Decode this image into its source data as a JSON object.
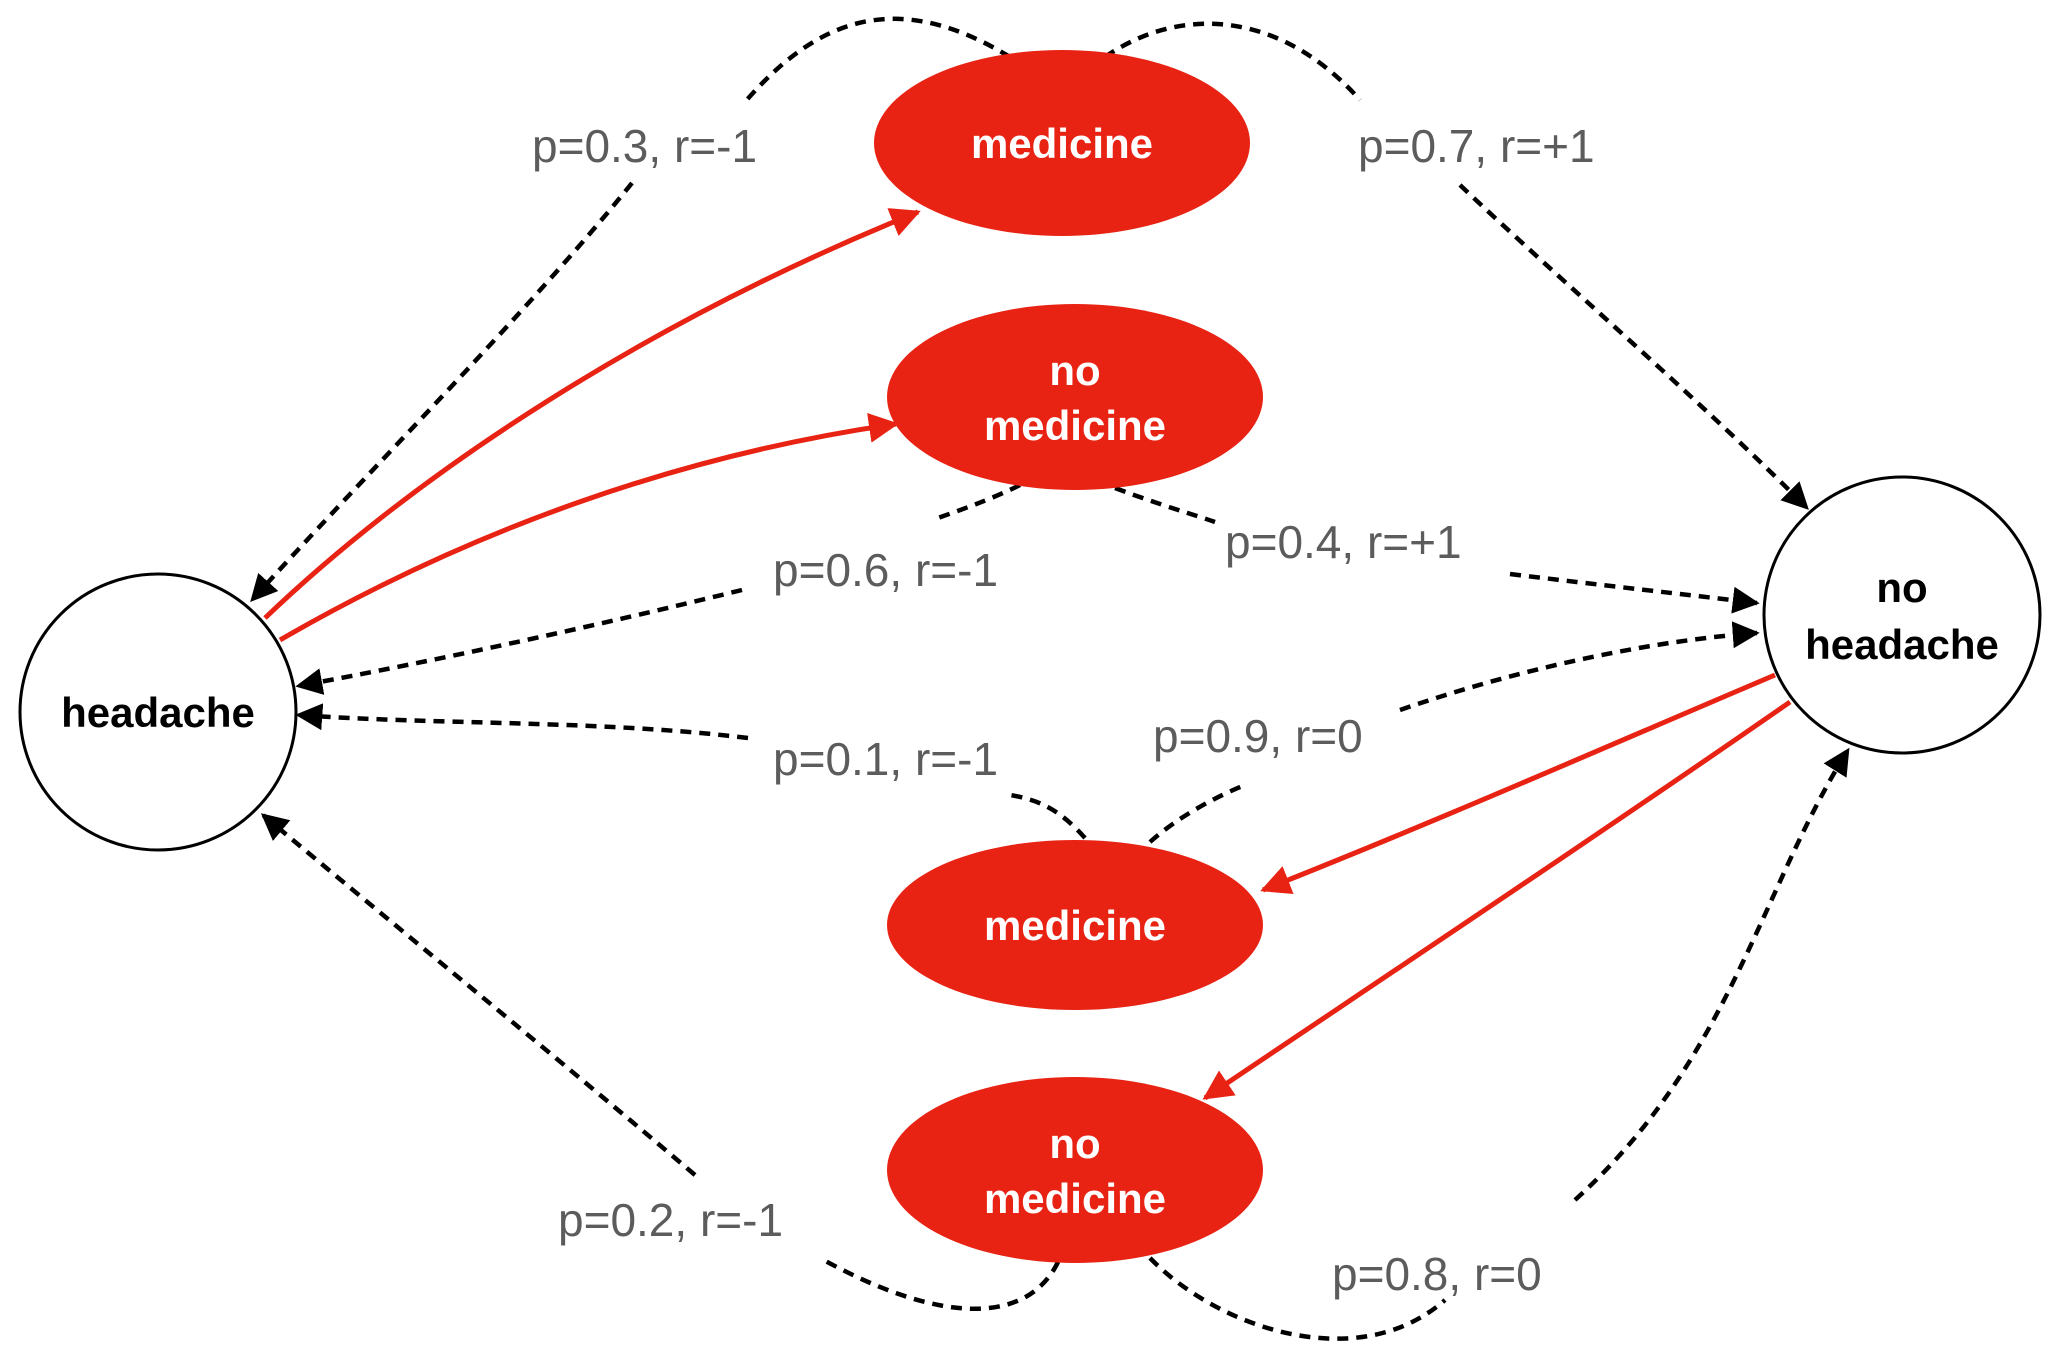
{
  "colors": {
    "action_fill": "#e82314",
    "state_fill": "#ffffff",
    "label_text": "#5c5c5c",
    "transition": "#000000"
  },
  "states": {
    "headache": {
      "label": "headache"
    },
    "no_headache": {
      "line1": "no",
      "line2": "headache"
    }
  },
  "actions": {
    "medicine_top": {
      "label": "medicine"
    },
    "no_medicine_top": {
      "line1": "no",
      "line2": "medicine"
    },
    "medicine_bottom": {
      "label": "medicine"
    },
    "no_medicine_bottom": {
      "line1": "no",
      "line2": "medicine"
    }
  },
  "transitions": [
    {
      "from": "medicine_top",
      "to": "headache",
      "label": "p=0.3, r=-1"
    },
    {
      "from": "medicine_top",
      "to": "no_headache",
      "label": "p=0.7, r=+1"
    },
    {
      "from": "no_medicine_top",
      "to": "headache",
      "label": "p=0.6, r=-1"
    },
    {
      "from": "no_medicine_top",
      "to": "no_headache",
      "label": "p=0.4, r=+1"
    },
    {
      "from": "medicine_bottom",
      "to": "headache",
      "label": "p=0.1, r=-1"
    },
    {
      "from": "medicine_bottom",
      "to": "no_headache",
      "label": "p=0.9, r=0"
    },
    {
      "from": "no_medicine_bottom",
      "to": "headache",
      "label": "p=0.2, r=-1"
    },
    {
      "from": "no_medicine_bottom",
      "to": "no_headache",
      "label": "p=0.8, r=0"
    }
  ]
}
